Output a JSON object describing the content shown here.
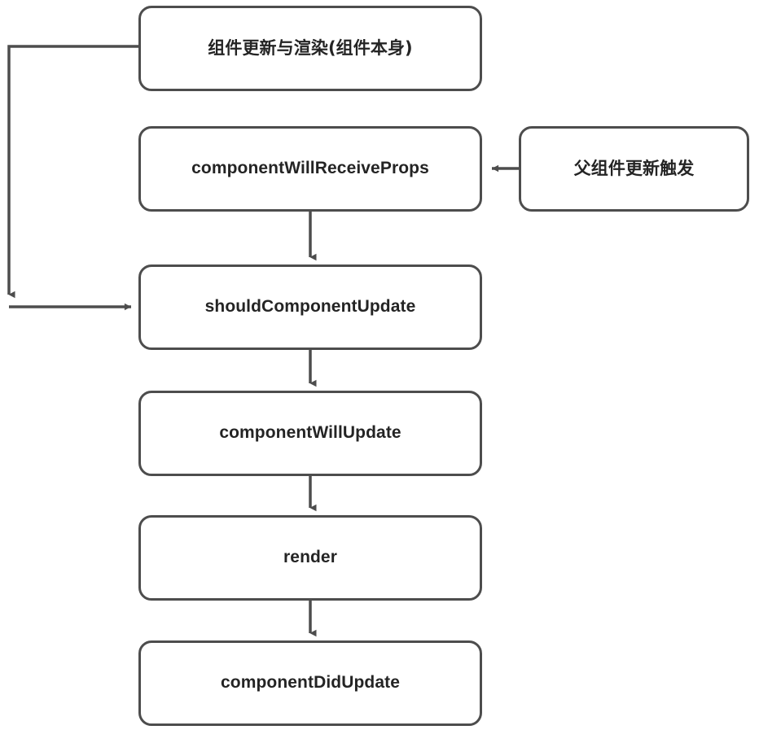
{
  "diagram": {
    "title": "React component update lifecycle flowchart",
    "background_color": "#ffffff",
    "stroke_color": "#4d4d4d",
    "text_color": "#242424",
    "nodes": [
      {
        "id": "update-render",
        "label": "组件更新与渲染(组件本身)",
        "script": "cjk"
      },
      {
        "id": "will-receive-props",
        "label": "componentWillReceiveProps",
        "script": "latin"
      },
      {
        "id": "parent-trigger",
        "label": "父组件更新触发",
        "script": "cjk"
      },
      {
        "id": "should-update",
        "label": "shouldComponentUpdate",
        "script": "latin"
      },
      {
        "id": "will-update",
        "label": "componentWillUpdate",
        "script": "latin"
      },
      {
        "id": "render",
        "label": "render",
        "script": "latin"
      },
      {
        "id": "did-update",
        "label": "componentDidUpdate",
        "script": "latin"
      }
    ],
    "edges": [
      {
        "from": "parent-trigger",
        "to": "will-receive-props",
        "direction": "left"
      },
      {
        "from": "will-receive-props",
        "to": "should-update",
        "direction": "down"
      },
      {
        "from": "should-update",
        "to": "will-update",
        "direction": "down"
      },
      {
        "from": "will-update",
        "to": "render",
        "direction": "down"
      },
      {
        "from": "render",
        "to": "did-update",
        "direction": "down"
      },
      {
        "from": "update-render",
        "to": "should-update",
        "direction": "elbow-left"
      }
    ]
  }
}
